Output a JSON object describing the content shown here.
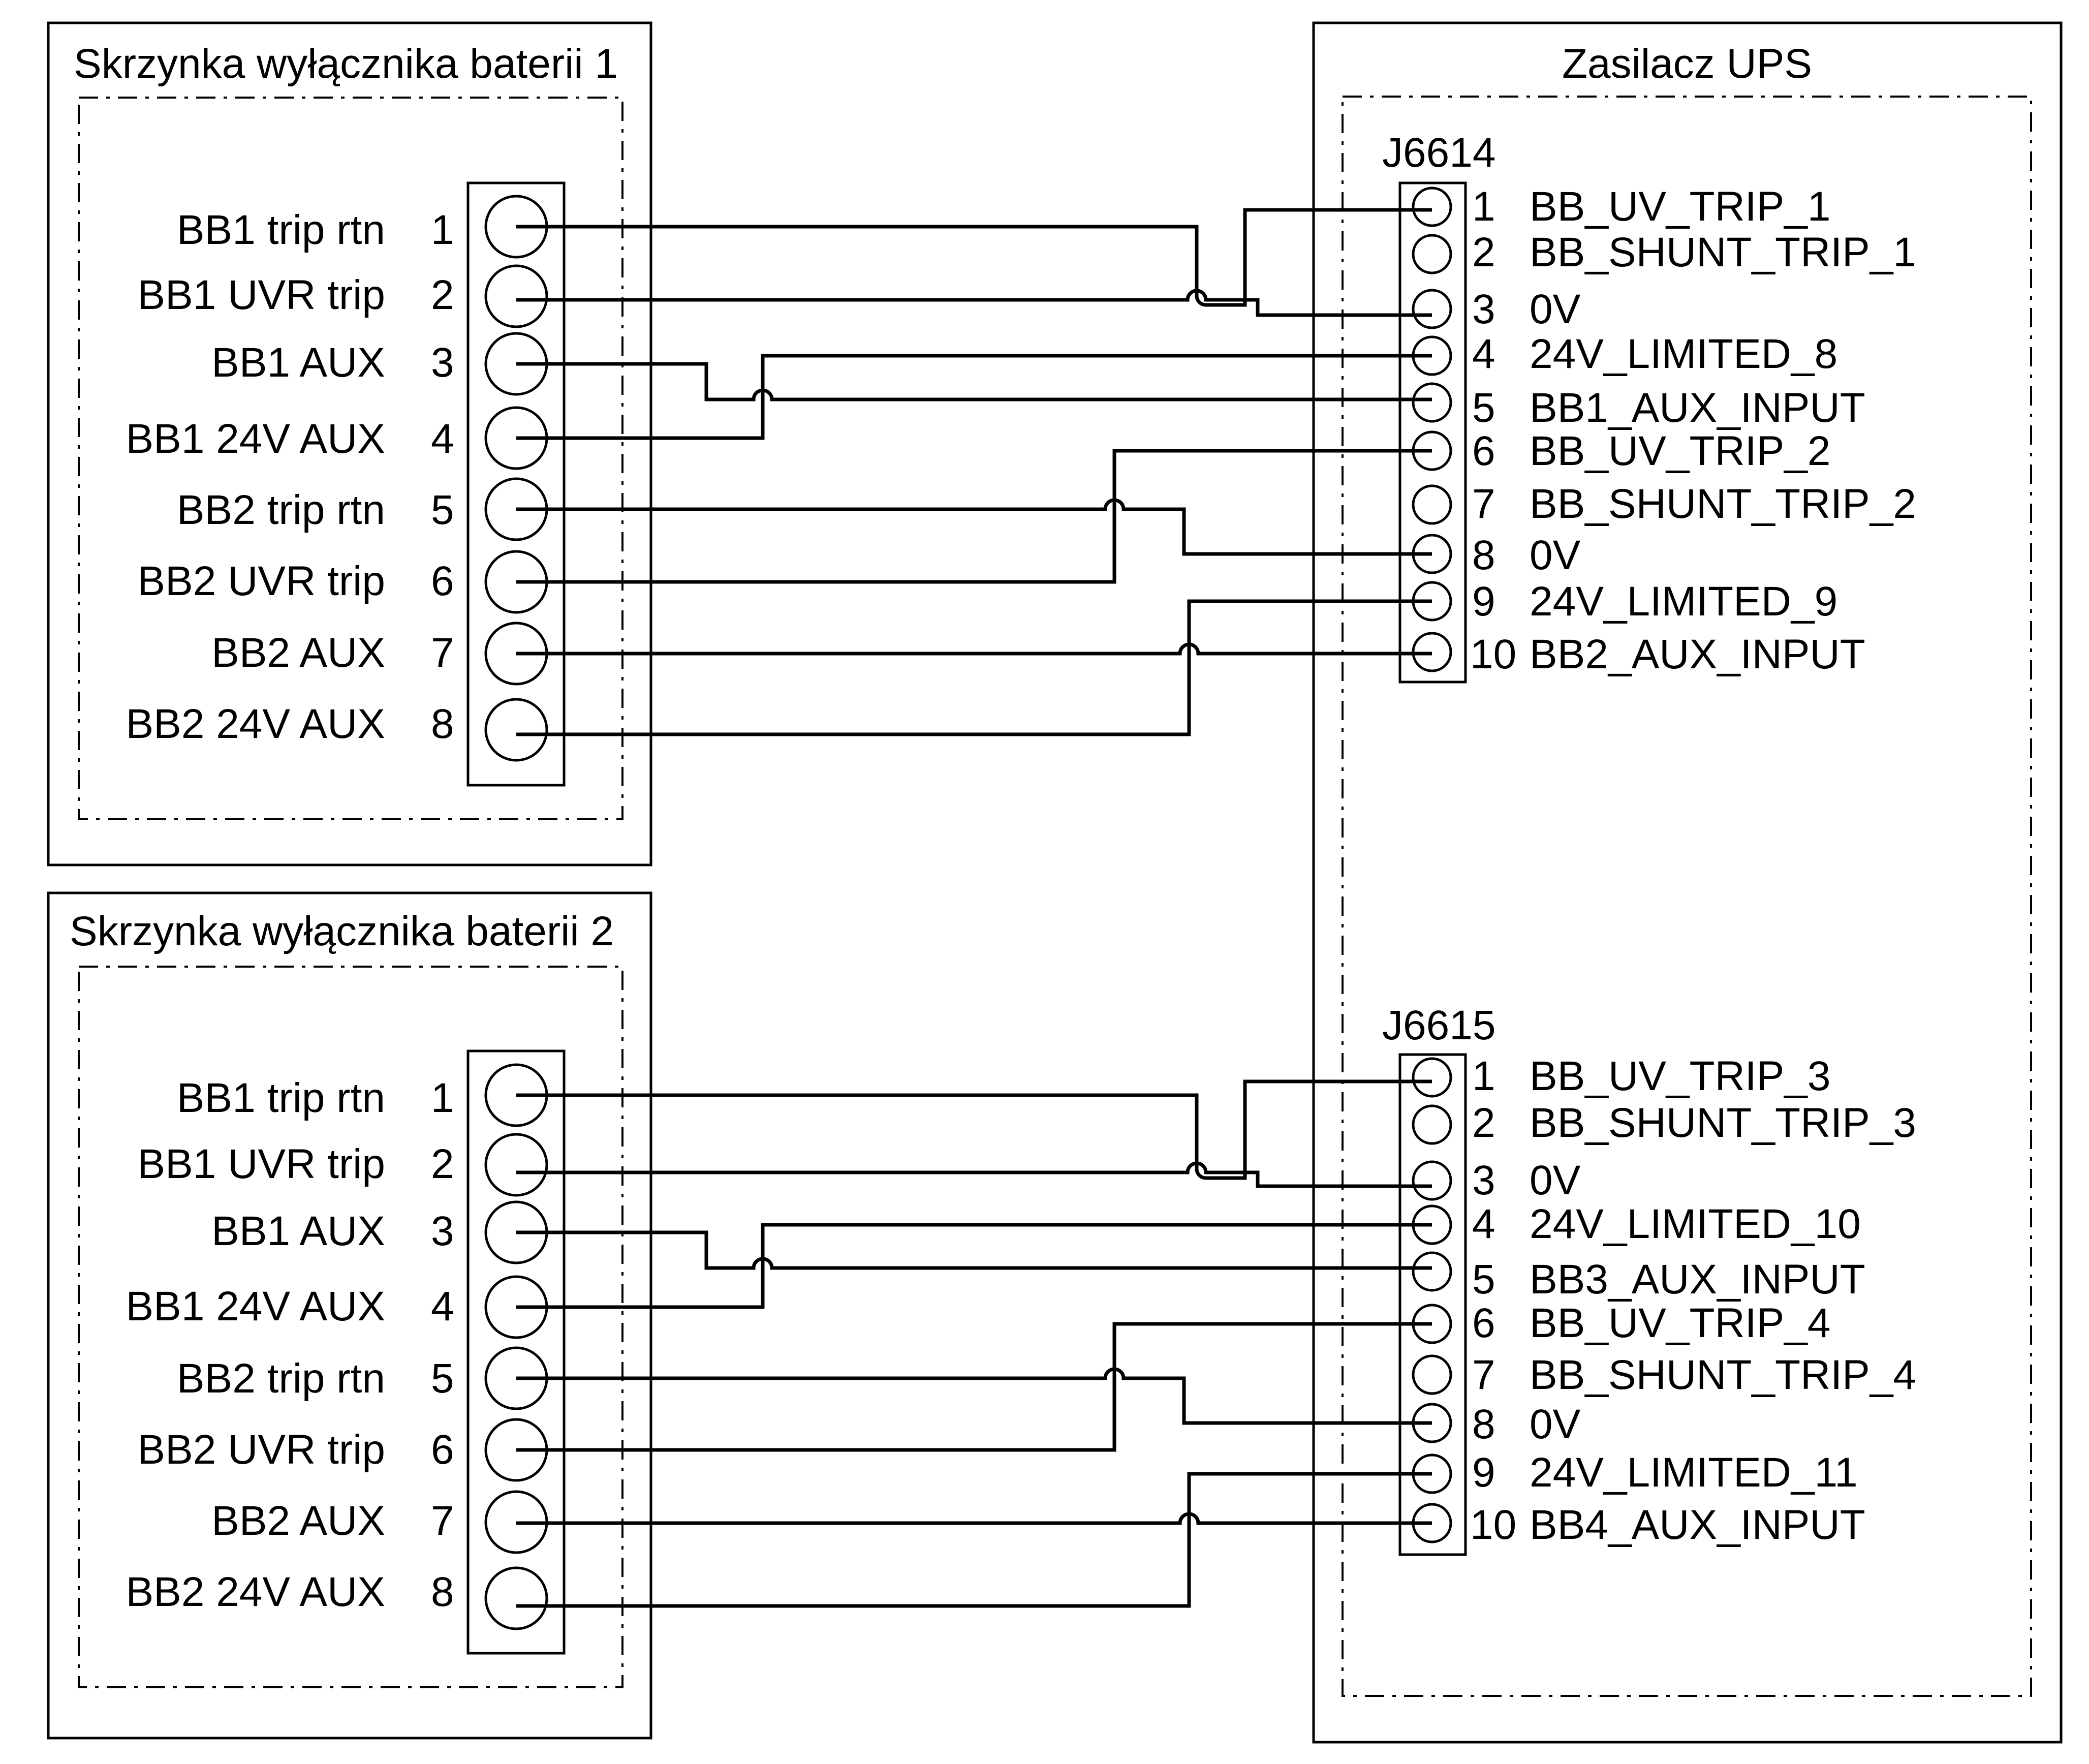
{
  "battery_boxes": [
    {
      "title": "Skrzynka wyłącznika baterii 1",
      "terminals": [
        {
          "label": "BB1 trip rtn",
          "number": "1"
        },
        {
          "label": "BB1 UVR trip",
          "number": "2"
        },
        {
          "label": "BB1 AUX",
          "number": "3"
        },
        {
          "label": "BB1 24V AUX",
          "number": "4"
        },
        {
          "label": "BB2 trip rtn",
          "number": "5"
        },
        {
          "label": "BB2 UVR trip",
          "number": "6"
        },
        {
          "label": "BB2 AUX",
          "number": "7"
        },
        {
          "label": "BB2 24V AUX",
          "number": "8"
        }
      ]
    },
    {
      "title": "Skrzynka wyłącznika baterii 2",
      "terminals": [
        {
          "label": "BB1 trip rtn",
          "number": "1"
        },
        {
          "label": "BB1 UVR trip",
          "number": "2"
        },
        {
          "label": "BB1 AUX",
          "number": "3"
        },
        {
          "label": "BB1 24V AUX",
          "number": "4"
        },
        {
          "label": "BB2 trip rtn",
          "number": "5"
        },
        {
          "label": "BB2 UVR trip",
          "number": "6"
        },
        {
          "label": "BB2 AUX",
          "number": "7"
        },
        {
          "label": "BB2 24V AUX",
          "number": "8"
        }
      ]
    }
  ],
  "ups": {
    "title": "Zasilacz UPS",
    "connectors": [
      {
        "name": "J6614",
        "pins": [
          {
            "number": "1",
            "signal": "BB_UV_TRIP_1"
          },
          {
            "number": "2",
            "signal": "BB_SHUNT_TRIP_1"
          },
          {
            "number": "3",
            "signal": "0V"
          },
          {
            "number": "4",
            "signal": "24V_LIMITED_8"
          },
          {
            "number": "5",
            "signal": "BB1_AUX_INPUT"
          },
          {
            "number": "6",
            "signal": "BB_UV_TRIP_2"
          },
          {
            "number": "7",
            "signal": "BB_SHUNT_TRIP_2"
          },
          {
            "number": "8",
            "signal": "0V"
          },
          {
            "number": "9",
            "signal": "24V_LIMITED_9"
          },
          {
            "number": "10",
            "signal": "BB2_AUX_INPUT"
          }
        ]
      },
      {
        "name": "J6615",
        "pins": [
          {
            "number": "1",
            "signal": "BB_UV_TRIP_3"
          },
          {
            "number": "2",
            "signal": "BB_SHUNT_TRIP_3"
          },
          {
            "number": "3",
            "signal": "0V"
          },
          {
            "number": "4",
            "signal": "24V_LIMITED_10"
          },
          {
            "number": "5",
            "signal": "BB3_AUX_INPUT"
          },
          {
            "number": "6",
            "signal": "BB_UV_TRIP_4"
          },
          {
            "number": "7",
            "signal": "BB_SHUNT_TRIP_4"
          },
          {
            "number": "8",
            "signal": "0V"
          },
          {
            "number": "9",
            "signal": "24V_LIMITED_11"
          },
          {
            "number": "10",
            "signal": "BB4_AUX_INPUT"
          }
        ]
      }
    ]
  },
  "wiring": [
    {
      "from_terminal": "1",
      "to_pin": "3"
    },
    {
      "from_terminal": "2",
      "to_pin": "1"
    },
    {
      "from_terminal": "3",
      "to_pin": "5"
    },
    {
      "from_terminal": "4",
      "to_pin": "4"
    },
    {
      "from_terminal": "5",
      "to_pin": "8"
    },
    {
      "from_terminal": "6",
      "to_pin": "6"
    },
    {
      "from_terminal": "7",
      "to_pin": "10"
    },
    {
      "from_terminal": "8",
      "to_pin": "9"
    }
  ]
}
